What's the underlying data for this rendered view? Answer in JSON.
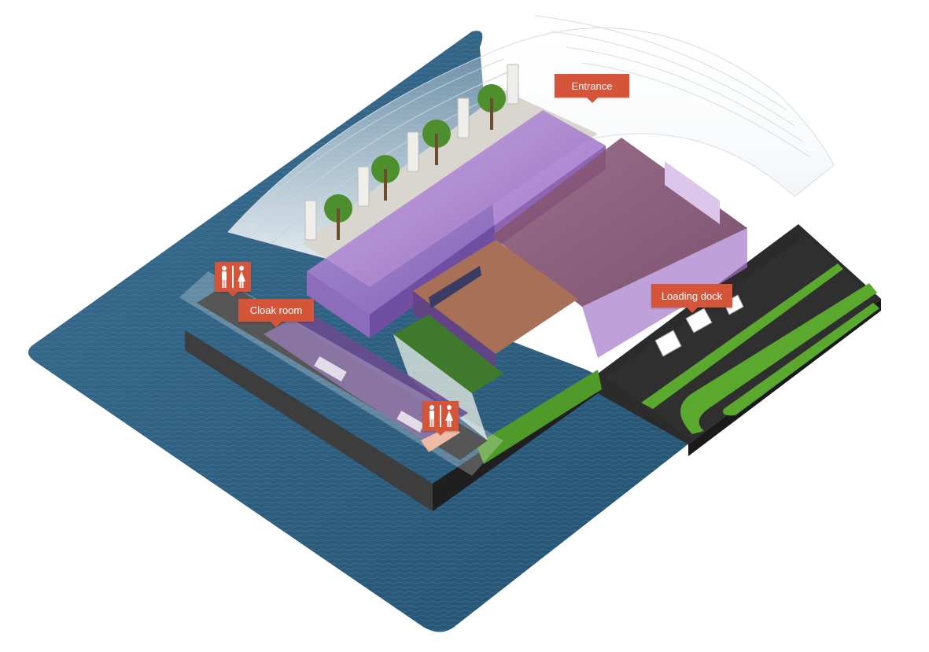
{
  "labels": {
    "entrance": "Entrance",
    "cloak_room": "Cloak room",
    "loading_dock": "Loading dock"
  },
  "icons": {
    "restroom_upper": "restroom-icon",
    "restroom_lower": "restroom-icon"
  },
  "colors": {
    "callout": "#d4553a",
    "water": "#2d5d7e",
    "road": "#2b2b2b",
    "grass": "#5aa82e",
    "glass": "#9b6fc6",
    "base": "#3a3a3a"
  }
}
